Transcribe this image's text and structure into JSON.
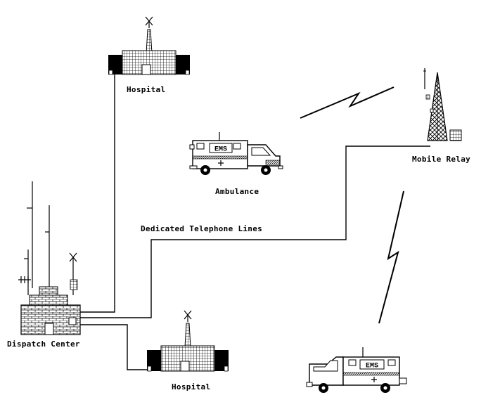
{
  "labels": {
    "hospital_top": "Hospital",
    "hospital_bottom": "Hospital",
    "ambulance": "Ambulance",
    "mobile_relay": "Mobile Relay",
    "dedicated_lines": "Dedicated Telephone Lines",
    "dispatch_center": "Dispatch Center",
    "ems_text": "EMS",
    "ems_text_2": "EMS"
  },
  "colors": {
    "ink": "#000000",
    "paper": "#ffffff"
  },
  "icons": [
    "hospital-building-icon",
    "ambulance-icon",
    "radio-tower-icon",
    "dispatch-building-icon",
    "lightning-bolt-icon",
    "antenna-icon"
  ]
}
